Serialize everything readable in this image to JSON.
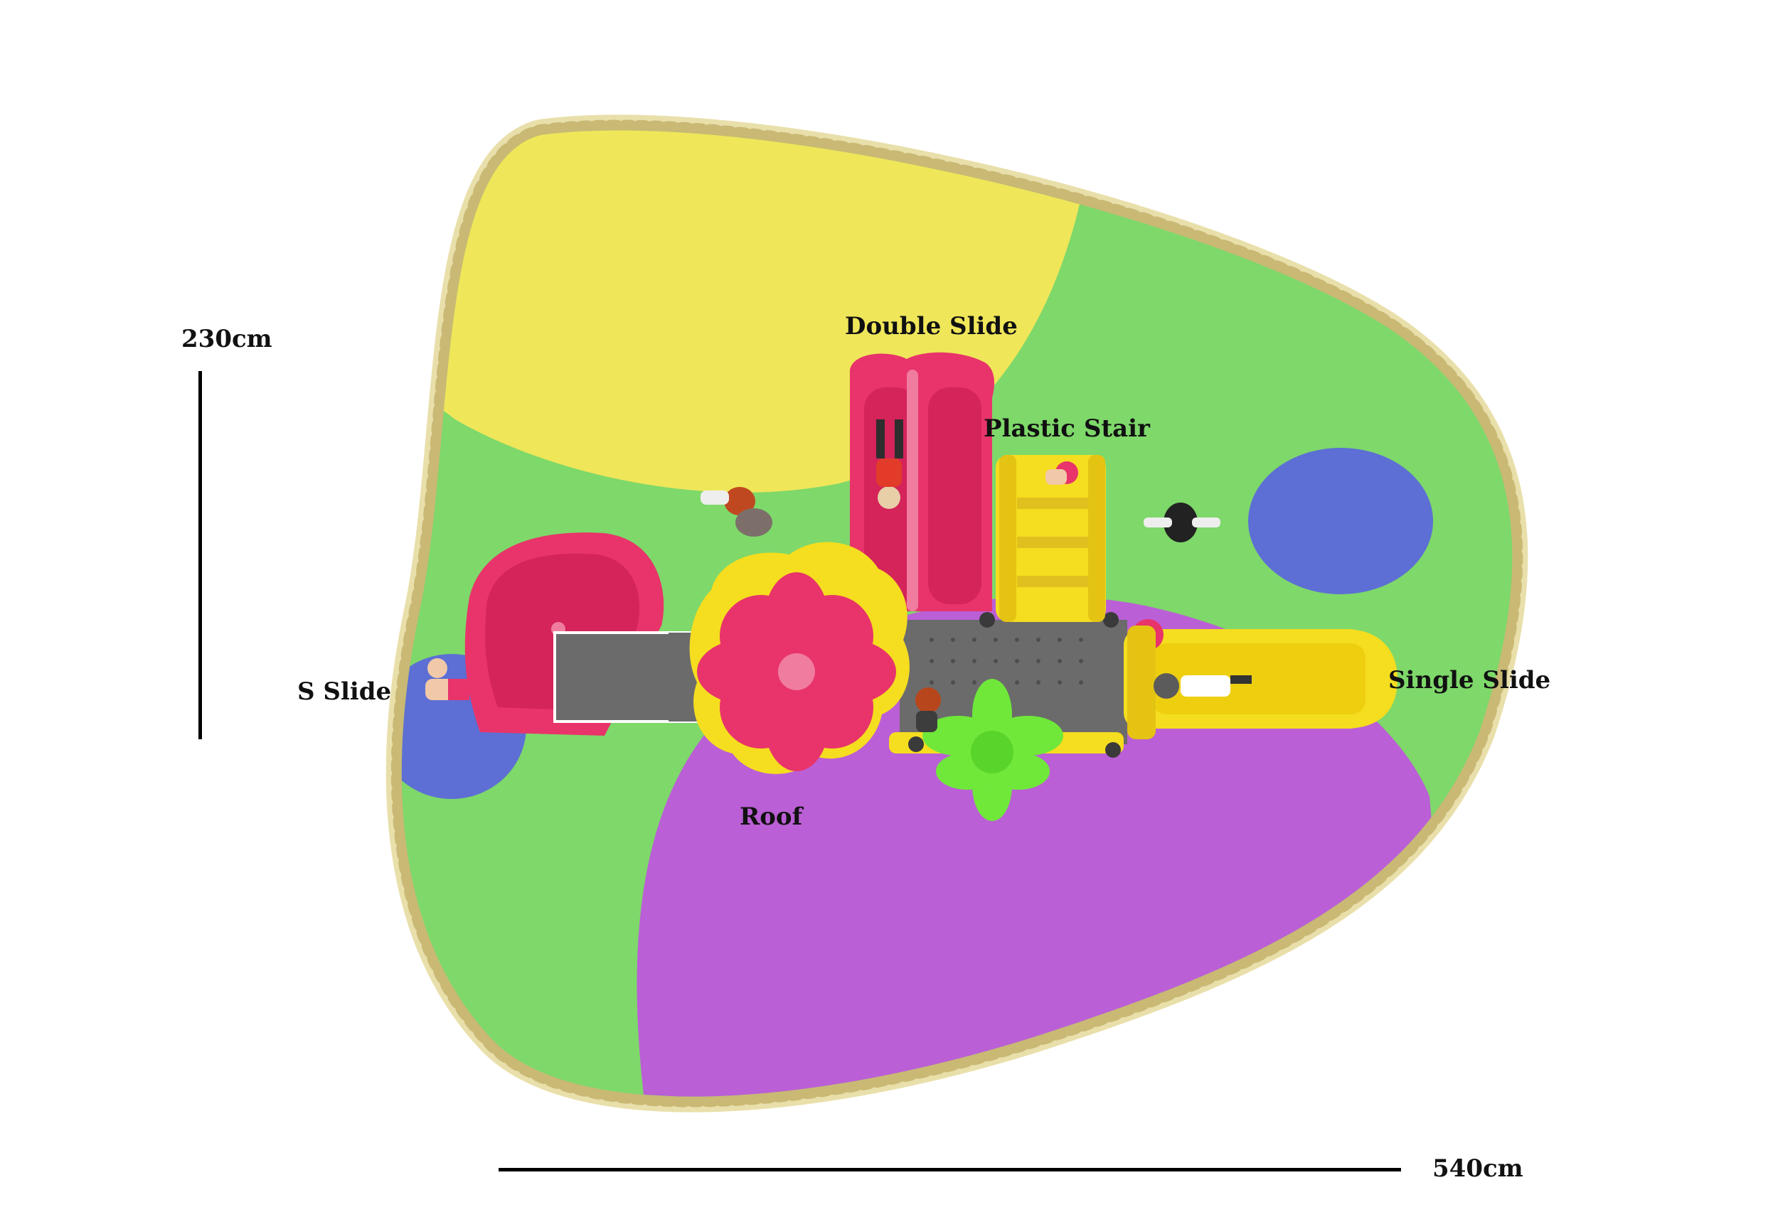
{
  "diagram": {
    "labels": {
      "double_slide": "Double Slide",
      "plastic_stair": "Plastic Stair",
      "s_slide": "S Slide",
      "single_slide": "Single Slide",
      "roof": "Roof"
    },
    "dimensions": {
      "height": "230cm",
      "width": "540cm"
    }
  },
  "colors": {
    "green_surface": "#7ed86a",
    "yellow_surface": "#efe65a",
    "purple_surface": "#bb5fd6",
    "blue_surface": "#5d6fd4",
    "pebble_border": "#e9dfaa",
    "slide_pink": "#e8346a",
    "slide_yellow": "#f5dd1f",
    "deck_grey": "#6b6b6b",
    "flower_green": "#6fe83a"
  }
}
